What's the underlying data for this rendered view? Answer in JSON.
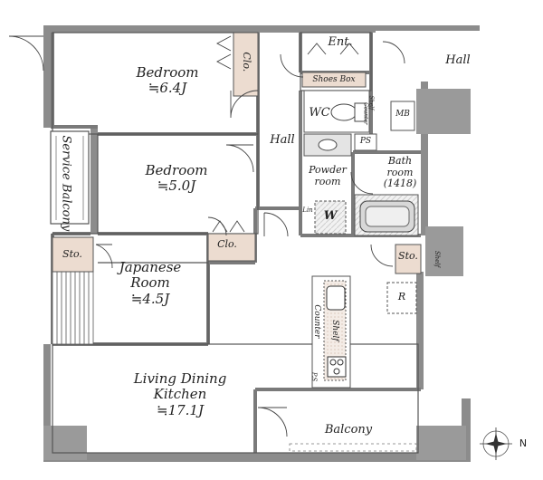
{
  "rooms": {
    "bedroom1": {
      "name": "Bedroom",
      "size": "≒6.4J"
    },
    "bedroom2": {
      "name": "Bedroom",
      "size": "≒5.0J"
    },
    "japanese": {
      "name_line1": "Japanese",
      "name_line2": "Room",
      "size": "≒4.5J"
    },
    "ldk": {
      "name_line1": "Living Dining",
      "name_line2": "Kitchen",
      "size": "≒17.1J"
    },
    "balcony": "Balcony",
    "service_balcony": "Service Balcony",
    "entrance": "Ent.",
    "hall_outside": "Hall",
    "hall_inside": "Hall",
    "shoes_box": "Shoes Box",
    "wc": "WC",
    "powder_line1": "Powder",
    "powder_line2": "room",
    "bath_line1": "Bath",
    "bath_line2": "room",
    "bath_size": "(1418)",
    "closet1": "Clo.",
    "closet2": "Clo.",
    "storage1": "Sto.",
    "storage2": "Sto.",
    "mb": "MB",
    "ps": "PS",
    "washer": "W",
    "linen": "Lin",
    "refrigerator": "R",
    "counter": "Counter",
    "shelf_kitchen": "Shelf",
    "shelf_storage": "Shelf",
    "shelf_wc": "Shelf",
    "counter_wc": "Counter",
    "ps_kitchen": "P.S",
    "compass": "N"
  },
  "colors": {
    "wall": "#8c8c8c",
    "wall_dark": "#6e6e6e",
    "storage_fill": "#ecdcd0",
    "wet_fill": "#e4e4e4"
  }
}
